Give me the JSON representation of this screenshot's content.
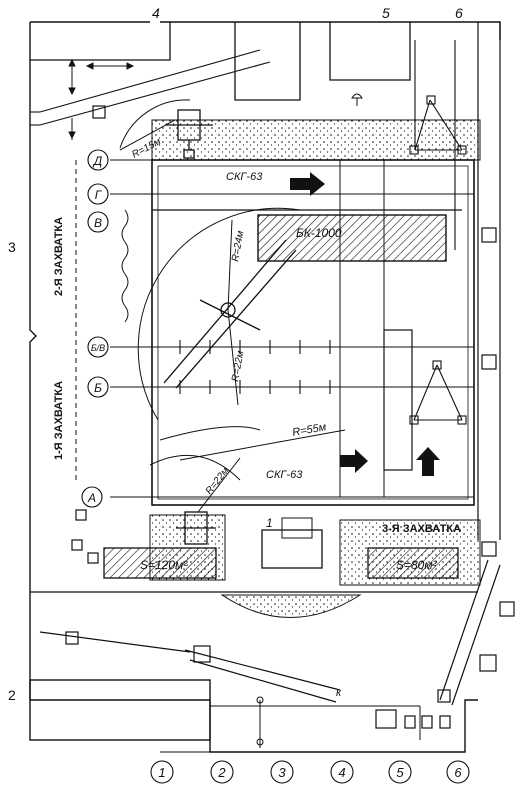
{
  "outer_numbers": [
    "2",
    "3",
    "4",
    "5",
    "6"
  ],
  "bottom_axes": [
    "1",
    "2",
    "3",
    "4",
    "5",
    "6"
  ],
  "row_axes": [
    "Д",
    "Г",
    "В",
    "Б/В",
    "Б",
    "А"
  ],
  "zones": {
    "zone_1": "1-Я ЗАХВАТКА",
    "zone_2": "2-Я ЗАХВАТКА",
    "zone_3": "3-Я ЗАХВАТКА"
  },
  "crane_main": "БК-1000",
  "crane_top": "СКГ-63",
  "crane_bottom": "СКГ-63",
  "radius_15": "R=15м",
  "radius_24": "R=24м",
  "radius_22_a": "R=22м",
  "radius_55": "R=55м",
  "radius_22_b": "R=22м",
  "area_left": "S=120м²",
  "area_right": "S=80м²",
  "label_1": "1",
  "label_k": "к",
  "colors": {
    "line": "#111111",
    "background": "#ffffff"
  }
}
